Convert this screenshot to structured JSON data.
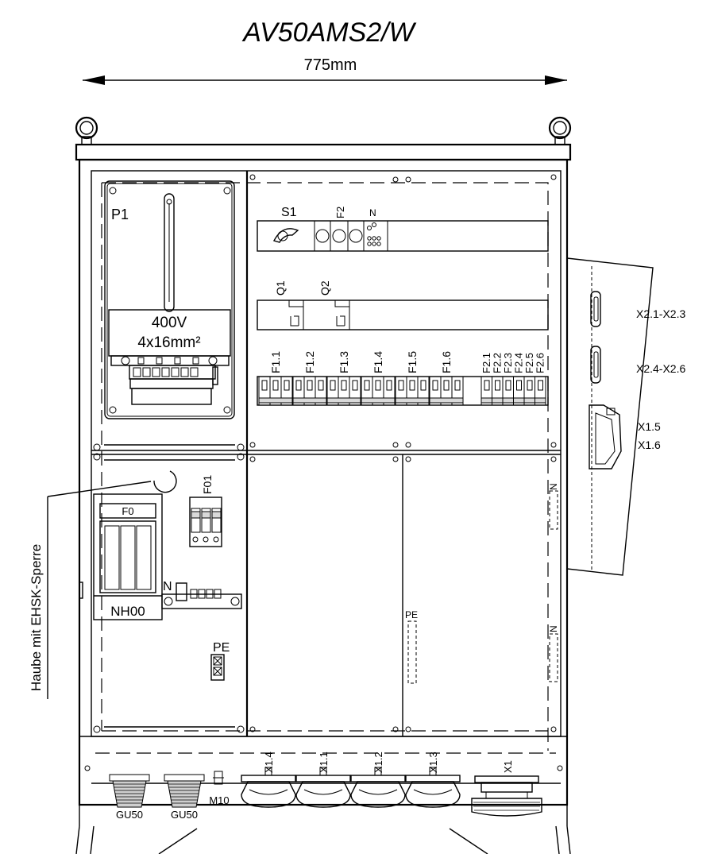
{
  "title": "AV50AMS2/W",
  "dimension": "775mm",
  "meter": {
    "label": "P1",
    "voltage": "400V",
    "cable": "4x16mm²"
  },
  "top_row": {
    "switch": "S1",
    "fuse": "F2",
    "neutral": "N"
  },
  "rcds": [
    "Q1",
    "Q2"
  ],
  "breakers_f1": [
    "F1.1",
    "F1.2",
    "F1.3",
    "F1.4",
    "F1.5",
    "F1.6"
  ],
  "breakers_f2": [
    "F2.1",
    "F2.2",
    "F2.3",
    "F2.4",
    "F2.5",
    "F2.6"
  ],
  "lower_left": {
    "fuse_top": "F0",
    "fuse_base": "NH00",
    "surge": "F01",
    "neutral": "N",
    "pe": "PE"
  },
  "annotation": "Haube mit EHSK-Sperre",
  "bars": {
    "n_top": "N",
    "n_bottom": "N",
    "pe": "PE"
  },
  "side_sockets": [
    "X2.1-X2.3",
    "X2.4-X2.6",
    "X1.5",
    "X1.6"
  ],
  "bottom_sockets": [
    "X1.4",
    "X1.1",
    "X1.2",
    "X1.3",
    "X1"
  ],
  "glands": [
    "GU50",
    "GU50"
  ],
  "bolt": "M10"
}
